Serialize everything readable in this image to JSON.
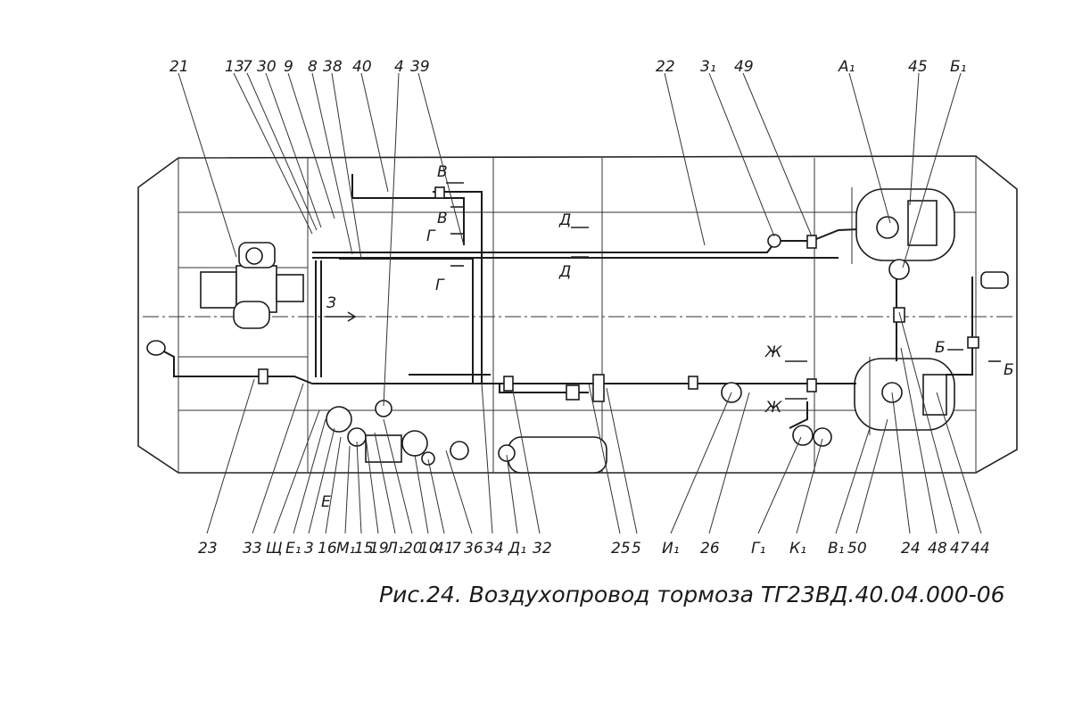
{
  "caption": "Рис.24. Воздухопровод тормоза ТГ23ВД.40.04.000-06",
  "labels": {
    "top": [
      "21",
      "13",
      "7",
      "30",
      "9",
      "8",
      "38",
      "40",
      "4",
      "39",
      "22",
      "3₁",
      "49",
      "А₁",
      "45",
      "Б₁"
    ],
    "bottom": [
      "23",
      "33",
      "Щ",
      "Е₁",
      "3",
      "16",
      "М₁",
      "15",
      "19",
      "Л₁",
      "20",
      "10",
      "41",
      "7",
      "36",
      "34",
      "Д₁",
      "32",
      "25",
      "5",
      "И₁",
      "26",
      "Г₁",
      "К₁",
      "В₁",
      "50",
      "24",
      "48",
      "47",
      "44"
    ],
    "section_marks": [
      "В",
      "В",
      "Г",
      "Г",
      "Д",
      "Д",
      "Ж",
      "Ж",
      "Б",
      "Б",
      "Е"
    ],
    "direction": "З"
  }
}
